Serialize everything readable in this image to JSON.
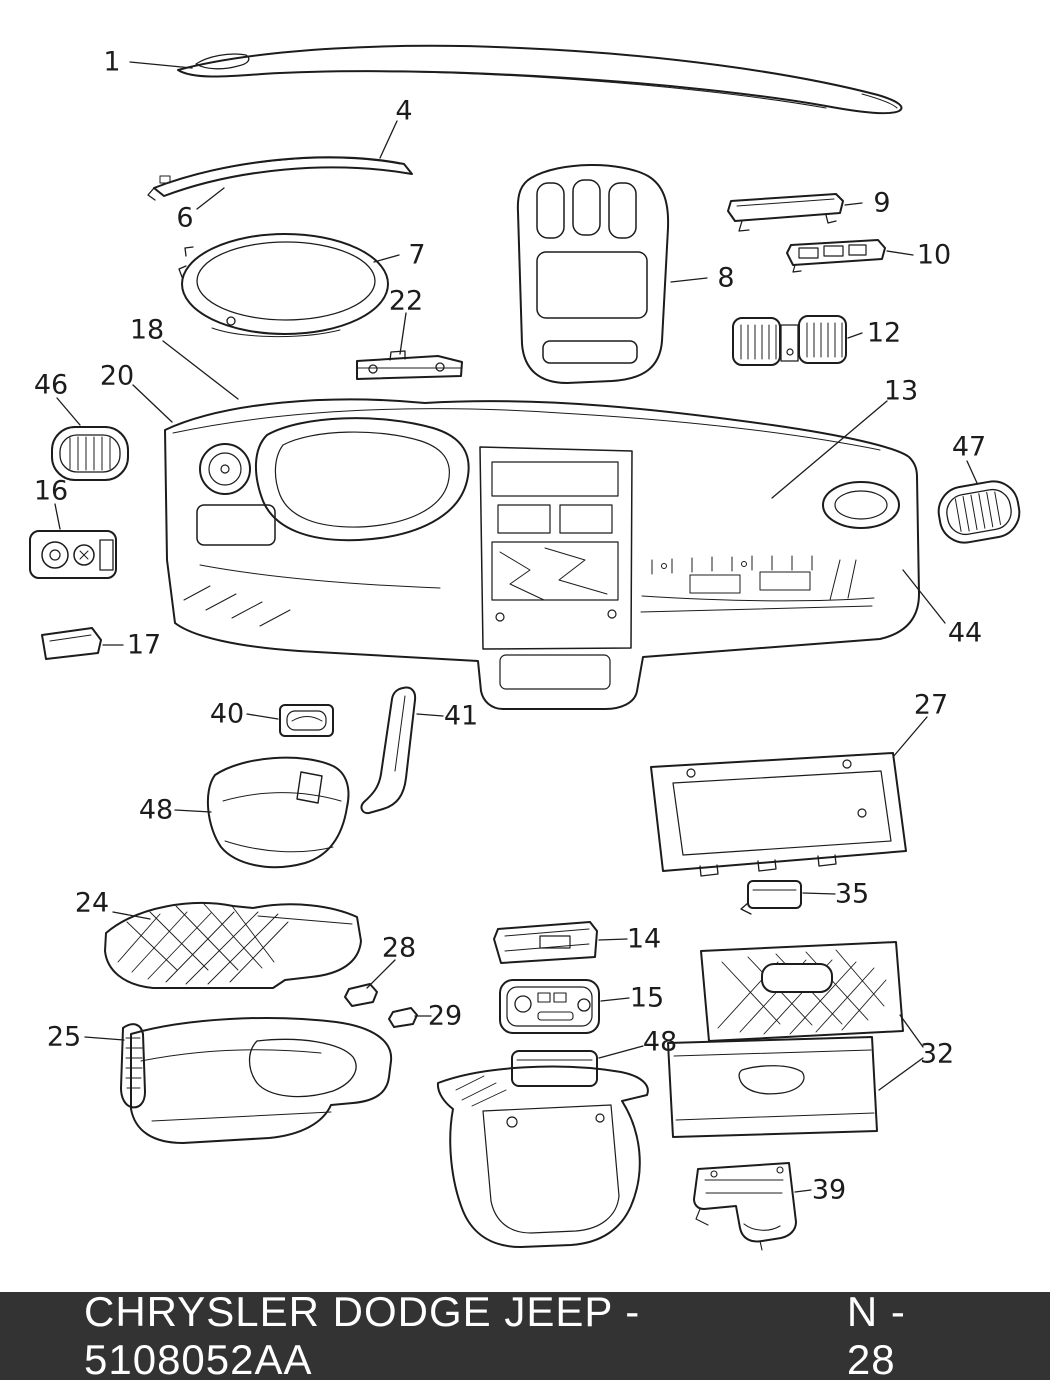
{
  "document": {
    "type": "parts-catalog-diagram",
    "line_color": "#1c1c1c",
    "background_color": "#ffffff"
  },
  "footer": {
    "brand_text": "CHRYSLER DODGE JEEP - 5108052AA",
    "page_ref": "N - 28",
    "bg_color": "#333333",
    "text_color": "#ffffff"
  },
  "callouts": [
    {
      "label": "1"
    },
    {
      "label": "4"
    },
    {
      "label": "6"
    },
    {
      "label": "7"
    },
    {
      "label": "22"
    },
    {
      "label": "8"
    },
    {
      "label": "9"
    },
    {
      "label": "10"
    },
    {
      "label": "12"
    },
    {
      "label": "13"
    },
    {
      "label": "18"
    },
    {
      "label": "20"
    },
    {
      "label": "46"
    },
    {
      "label": "16"
    },
    {
      "label": "47"
    },
    {
      "label": "17"
    },
    {
      "label": "44"
    },
    {
      "label": "40"
    },
    {
      "label": "41"
    },
    {
      "label": "27"
    },
    {
      "label": "48"
    },
    {
      "label": "24"
    },
    {
      "label": "35"
    },
    {
      "label": "14"
    },
    {
      "label": "28"
    },
    {
      "label": "15"
    },
    {
      "label": "29"
    },
    {
      "label": "25"
    },
    {
      "label": "48"
    },
    {
      "label": "32"
    },
    {
      "label": "39"
    }
  ]
}
